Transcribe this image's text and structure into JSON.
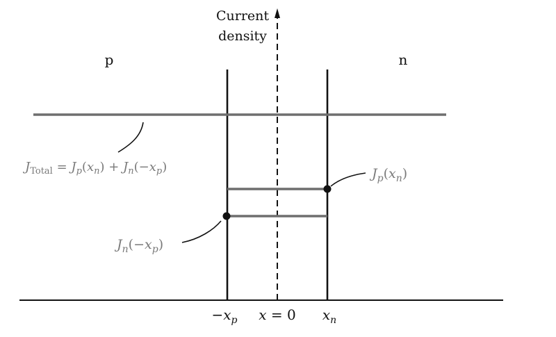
{
  "axis": {
    "label_line1": "Current",
    "label_line2": "density"
  },
  "regions": {
    "p": "p",
    "n": "n"
  },
  "ticks": {
    "neg_xp": {
      "minus": "−",
      "x": "x",
      "sub": "p"
    },
    "zero": {
      "x": "x",
      "eq": " = 0"
    },
    "xn": {
      "x": "x",
      "sub": "n"
    }
  },
  "annotations": {
    "total": {
      "J": "J",
      "Total": "Total",
      "eq": " = ",
      "J1": "J",
      "p": "p",
      "open1": "(",
      "x1": "x",
      "n1": "n",
      "close1": ")",
      "plus": " + ",
      "J2": "J",
      "n": "n",
      "open2": "(−",
      "x2": "x",
      "p2": "p",
      "close2": ")"
    },
    "jp": {
      "J": "J",
      "p": "p",
      "open": "(",
      "x": "x",
      "n": "n",
      "close": ")"
    },
    "jn": {
      "J": "J",
      "n": "n",
      "open": "(−",
      "x": "x",
      "p": "p",
      "close": ")"
    }
  },
  "colors": {
    "ink": "#111111",
    "gray_line": "#6e6e6e",
    "gray_text": "#7a7a7a"
  }
}
